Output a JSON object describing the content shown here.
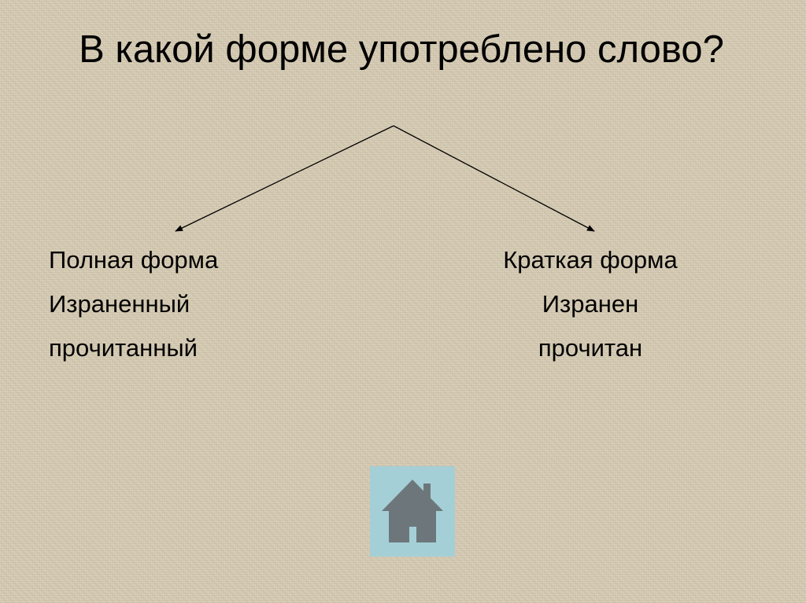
{
  "title": "В какой форме употреблено слово?",
  "left_column": {
    "heading": "Полная форма",
    "words": [
      "Израненный",
      "прочитанный"
    ]
  },
  "right_column": {
    "heading": "Краткая форма",
    "words": [
      "Изранен",
      "прочитан"
    ]
  },
  "home_button": {
    "icon": "home-icon",
    "background_color": "#a5cfd6",
    "icon_color": "#6d777b"
  },
  "colors": {
    "background": "#d6cbb4",
    "text": "#000000"
  }
}
